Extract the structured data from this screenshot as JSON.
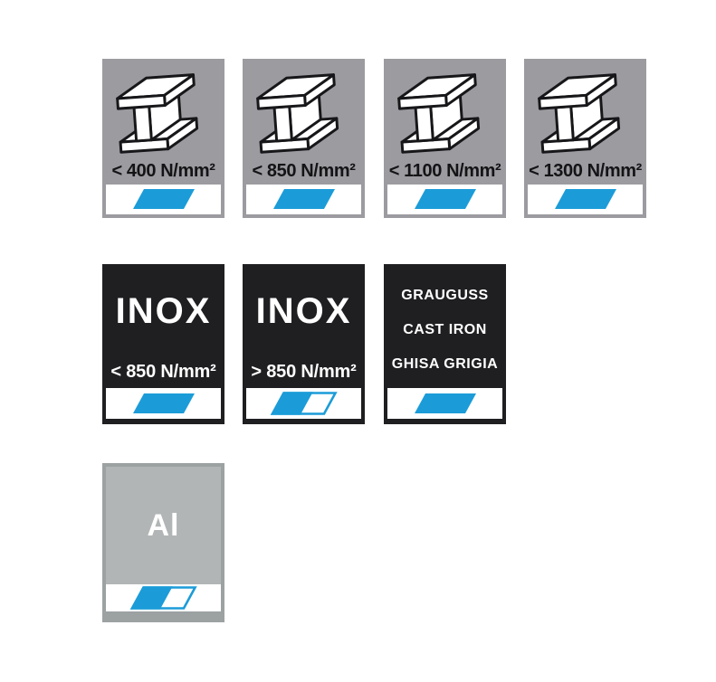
{
  "panel": {
    "description": "material suitability icon grid",
    "colors": {
      "accent_blue": "#1B9CD8",
      "steel_tile_gray": "#9B9BA0",
      "dark_tile_black": "#1F1F22",
      "alu_tile_fill": "#B2B5B6",
      "alu_tile_border": "#9CA1A2",
      "strip_white": "#FFFFFF",
      "label_dark": "#141416",
      "label_light": "#FFFFFF"
    }
  },
  "tiles": [
    {
      "material": "steel",
      "icon": "i-beam",
      "label": "< 400 N/mm²",
      "suitability": "full"
    },
    {
      "material": "steel",
      "icon": "i-beam",
      "label": "< 850 N/mm²",
      "suitability": "full"
    },
    {
      "material": "steel",
      "icon": "i-beam",
      "label": "< 1100 N/mm²",
      "suitability": "full"
    },
    {
      "material": "steel",
      "icon": "i-beam",
      "label": "< 1300 N/mm²",
      "suitability": "full"
    },
    {
      "material": "stainless-steel",
      "title": "INOX",
      "label": "< 850 N/mm²",
      "suitability": "full"
    },
    {
      "material": "stainless-steel",
      "title": "INOX",
      "label": "> 850 N/mm²",
      "suitability": "partial"
    },
    {
      "material": "cast-iron",
      "lines": [
        "GRAUGUSS",
        "CAST IRON",
        "GHISA GRIGIA"
      ],
      "suitability": "full"
    },
    {
      "material": "aluminium",
      "title": "Al",
      "suitability": "partial"
    }
  ]
}
